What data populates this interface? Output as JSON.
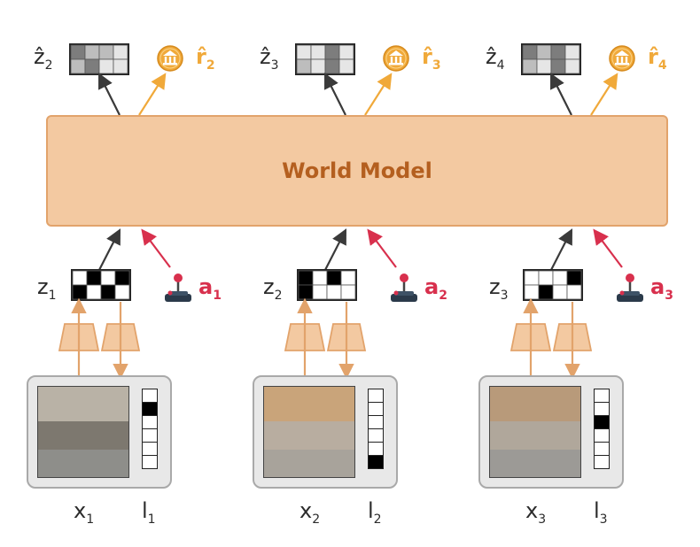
{
  "world_model": {
    "label": "World Model"
  },
  "colors": {
    "box_fill": "#f3c9a1",
    "box_stroke": "#e2a36b",
    "text_brown": "#b45f1f",
    "reward": "#f0a93a",
    "action": "#d8304d",
    "arrow_dark": "#3a3a3a"
  },
  "steps": [
    {
      "z_hat": {
        "symbol": "ẑ",
        "sub": "2",
        "cells": [
          3,
          2,
          2,
          1,
          2,
          3,
          1,
          1
        ]
      },
      "r_hat": {
        "symbol": "r̂",
        "sub": "2",
        "icon": "coin-bank-icon"
      },
      "z": {
        "symbol": "z",
        "sub": "1",
        "cells": [
          0,
          1,
          0,
          1,
          1,
          0,
          1,
          0
        ]
      },
      "a": {
        "symbol": "a",
        "sub": "1",
        "icon": "joystick-icon"
      },
      "x": {
        "symbol": "x",
        "sub": "1"
      },
      "l": {
        "symbol": "l",
        "sub": "1",
        "strip": [
          0,
          1,
          0,
          0,
          0,
          0
        ]
      }
    },
    {
      "z_hat": {
        "symbol": "ẑ",
        "sub": "3",
        "cells": [
          1,
          1,
          3,
          1,
          2,
          1,
          3,
          1
        ]
      },
      "r_hat": {
        "symbol": "r̂",
        "sub": "3",
        "icon": "coin-bank-icon"
      },
      "z": {
        "symbol": "z",
        "sub": "2",
        "cells": [
          1,
          0,
          1,
          0,
          1,
          0,
          0,
          0
        ]
      },
      "a": {
        "symbol": "a",
        "sub": "2",
        "icon": "joystick-icon"
      },
      "x": {
        "symbol": "x",
        "sub": "2"
      },
      "l": {
        "symbol": "l",
        "sub": "2",
        "strip": [
          0,
          0,
          0,
          0,
          0,
          1
        ]
      }
    },
    {
      "z_hat": {
        "symbol": "ẑ",
        "sub": "4",
        "cells": [
          3,
          2,
          3,
          1,
          2,
          1,
          3,
          1
        ]
      },
      "r_hat": {
        "symbol": "r̂",
        "sub": "4",
        "icon": "coin-bank-icon"
      },
      "z": {
        "symbol": "z",
        "sub": "3",
        "cells": [
          0,
          0,
          0,
          1,
          0,
          1,
          0,
          0
        ]
      },
      "a": {
        "symbol": "a",
        "sub": "3",
        "icon": "joystick-icon"
      },
      "x": {
        "symbol": "x",
        "sub": "3"
      },
      "l": {
        "symbol": "l",
        "sub": "3",
        "strip": [
          0,
          0,
          1,
          0,
          0,
          0
        ]
      }
    }
  ]
}
